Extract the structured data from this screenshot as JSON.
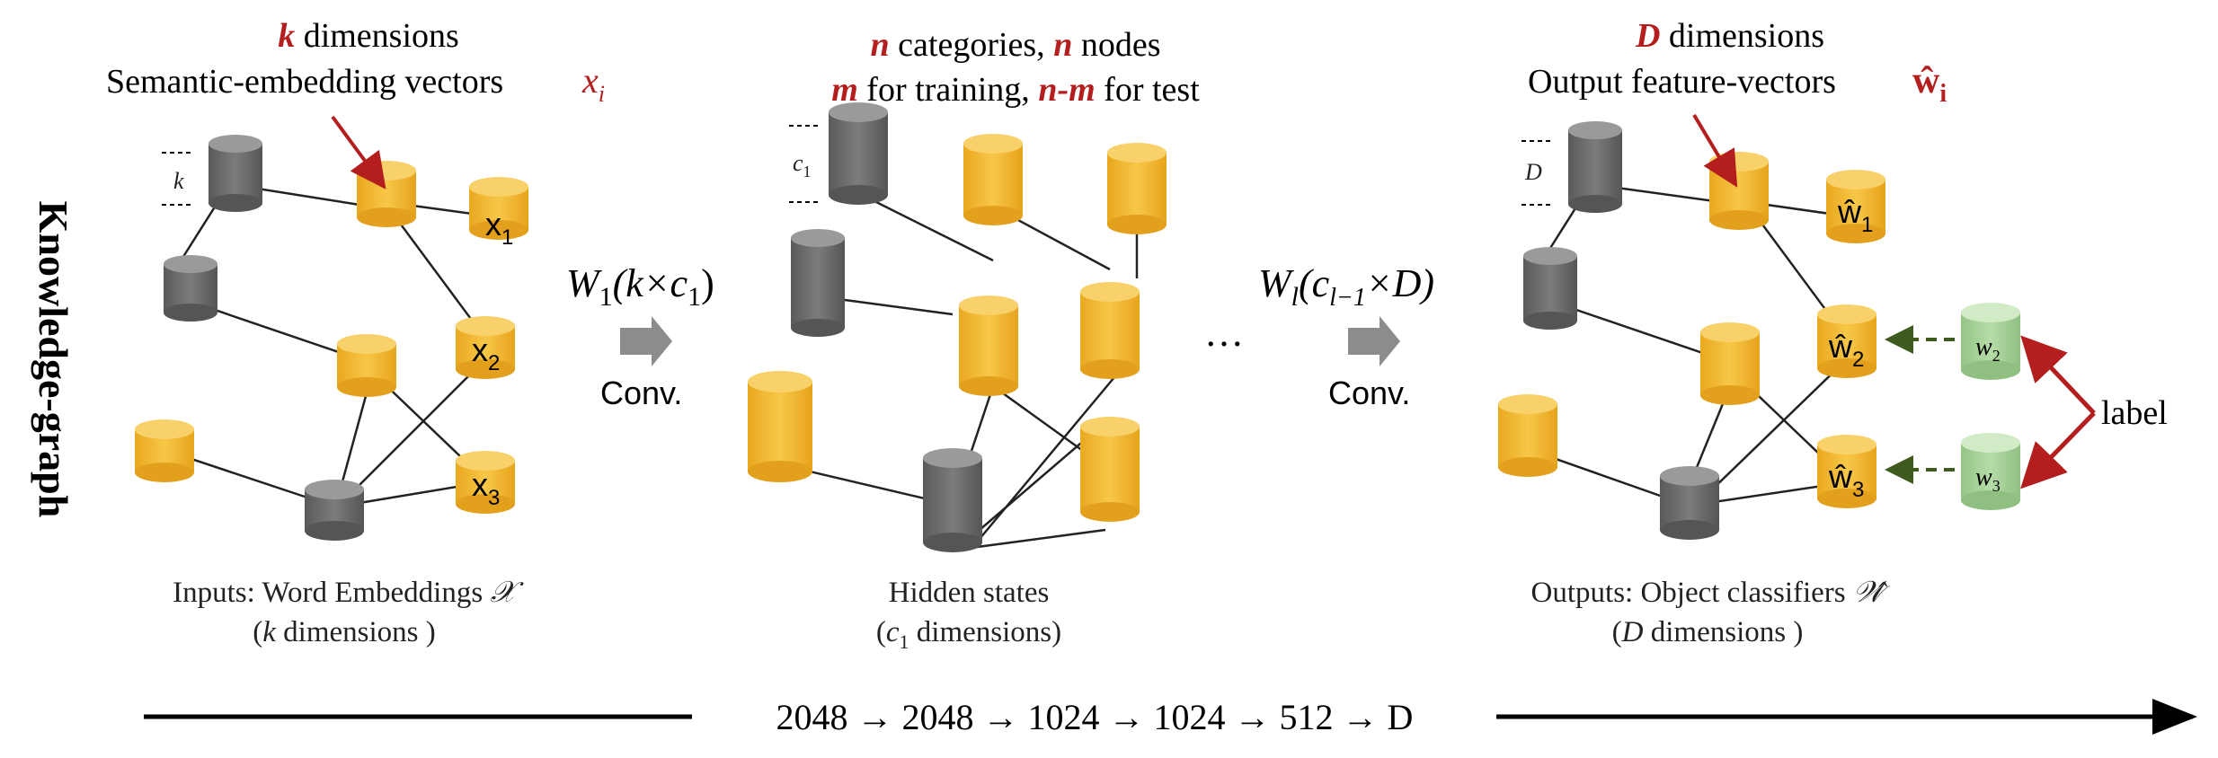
{
  "side_title": "Knowledge-graph",
  "panels": {
    "input": {
      "top_line1_var": "k",
      "top_line1_rest": " dimensions",
      "top_line2": "Semantic-embedding  vectors",
      "vector_symbol": "x",
      "vector_index": "i",
      "dim_tick": "k",
      "node_labels": [
        "x",
        "x",
        "x"
      ],
      "node_subs": [
        "1",
        "2",
        "3"
      ],
      "caption_line1": "Inputs: Word Embeddings ",
      "caption_line1_symbol": "𝒳",
      "caption_line2_open": "(",
      "caption_line2_var": "k",
      "caption_line2_rest": " dimensions )"
    },
    "hidden": {
      "top_l1_a": "n",
      "top_l1_b": " categories, ",
      "top_l1_c": "n",
      "top_l1_d": " nodes",
      "top_l2_a": "m",
      "top_l2_b": " for training, ",
      "top_l2_c": "n-m",
      "top_l2_d": " for test",
      "dim_tick_var": "c",
      "dim_tick_sub": "1",
      "caption_line1": "Hidden states",
      "caption_line2_open": "(",
      "caption_line2_var": "c",
      "caption_line2_sub": "1",
      "caption_line2_rest": " dimensions)"
    },
    "output": {
      "top_line1_var": "D",
      "top_line1_rest": " dimensions",
      "top_line2": "Output feature-vectors",
      "vector_symbol": "ŵ",
      "vector_index": "i",
      "dim_tick": "D",
      "node_labels": [
        "ŵ",
        "ŵ",
        "ŵ"
      ],
      "node_subs": [
        "1",
        "2",
        "3"
      ],
      "label_nodes": [
        "w",
        "w"
      ],
      "label_subs": [
        "2",
        "3"
      ],
      "label_text": "label",
      "caption_line1": "Outputs: Object classifiers ",
      "caption_line1_symbol": "𝒲̂",
      "caption_line2_open": "(",
      "caption_line2_var": "D",
      "caption_line2_rest": " dimensions )"
    }
  },
  "transforms": {
    "first": {
      "W": "W",
      "sub": "1",
      "args_open": "(k×c",
      "args_sub": "1",
      "args_close": ")",
      "label": "Conv."
    },
    "last": {
      "W": "W",
      "sub": "l",
      "args_open": "(c",
      "args_sub": "l−1",
      "args_close": "×D)",
      "label": "Conv."
    },
    "ellipsis": "…"
  },
  "bottom_sequence": "2048 → 2048 → 1024 → 1024 → 512 → D",
  "colors": {
    "yellow_side": "#f2b832",
    "yellow_top": "#f8d16a",
    "gray_side": "#6b6b6b",
    "gray_top": "#9a9a9a",
    "green_side": "#a7d39a",
    "green_top": "#d1ebc7",
    "red_accent": "#b41e1e",
    "dashed_arrow": "#3e5a1e",
    "conv_arrow": "#8c8c8c"
  }
}
